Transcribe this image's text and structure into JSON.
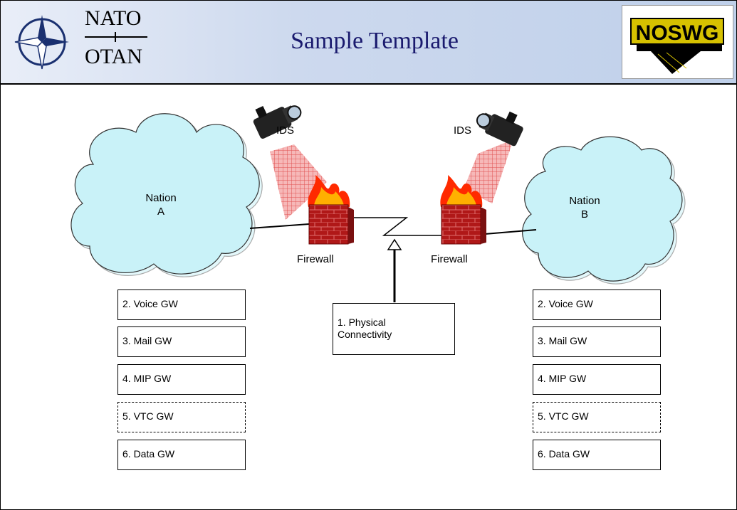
{
  "header": {
    "title": "Sample Template",
    "nato_label_top": "NATO",
    "nato_label_bottom": "OTAN",
    "logo_text": "NOSWG"
  },
  "diagram": {
    "nation_a": {
      "line1": "Nation",
      "line2": "A"
    },
    "nation_b": {
      "line1": "Nation",
      "line2": "B"
    },
    "ids_left": "IDS",
    "ids_right": "IDS",
    "firewall_left": "Firewall",
    "firewall_right": "Firewall",
    "physical": {
      "line1": "1. Physical",
      "line2": "Connectivity"
    },
    "left_gateways": [
      "2. Voice GW",
      "3. Mail GW",
      "4. MIP GW",
      "5. VTC GW",
      "6. Data GW"
    ],
    "right_gateways": [
      "2. Voice GW",
      "3. Mail GW",
      "4. MIP GW",
      "5. VTC GW",
      "6. Data GW"
    ]
  },
  "colors": {
    "cloud_fill": "#c9f2f8",
    "firewall_brick": "#b01818",
    "flame": "#ff2a00",
    "ids_beam": "#f08a8a",
    "title_color": "#1a1a6e"
  }
}
